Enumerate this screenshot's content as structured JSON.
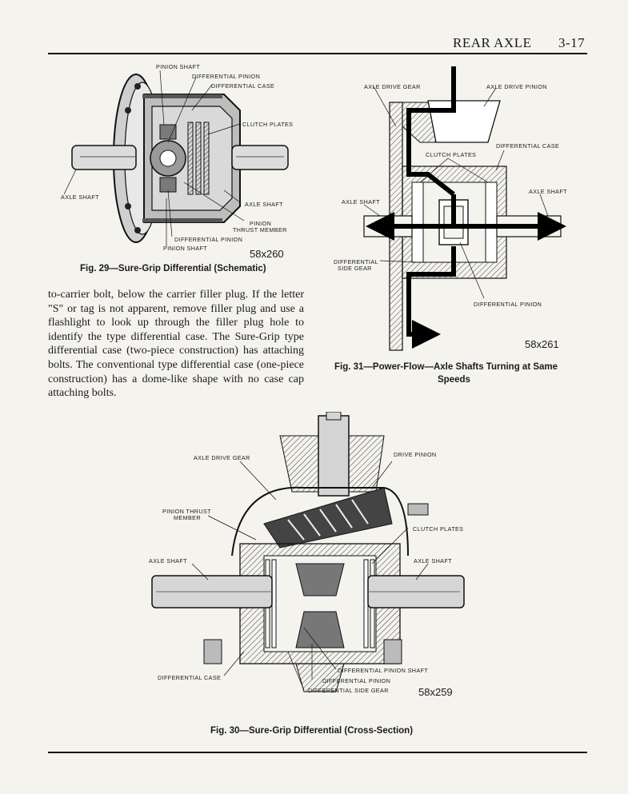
{
  "header": {
    "section": "REAR AXLE",
    "page": "3-17"
  },
  "fig29": {
    "caption": "Fig. 29—Sure-Grip Differential (Schematic)",
    "code": "58x260",
    "labels": {
      "pinion_shaft_top": "PINION SHAFT",
      "differential_pinion_top": "DIFFERENTIAL PINION",
      "differential_case": "DIFFERENTIAL CASE",
      "clutch_plates": "CLUTCH PLATES",
      "axle_shaft_left": "AXLE SHAFT",
      "axle_shaft_right": "AXLE SHAFT",
      "pinion_thrust_1": "PINION",
      "pinion_thrust_2": "THRUST MEMBER",
      "differential_pinion_bottom": "DIFFERENTIAL PINION",
      "pinion_shaft_bottom": "PINION SHAFT"
    }
  },
  "fig31": {
    "caption_line1": "Fig. 31—Power-Flow—Axle Shafts Turning at Same",
    "caption_line2": "Speeds",
    "code": "58x261",
    "labels": {
      "axle_drive_gear": "AXLE DRIVE GEAR",
      "axle_drive_pinion": "AXLE DRIVE PINION",
      "differential_case": "DIFFERENTIAL CASE",
      "clutch_plates": "CLUTCH PLATES",
      "axle_shaft_right": "AXLE SHAFT",
      "axle_shaft_left": "AXLE SHAFT",
      "differential_side_gear_1": "DIFFERENTIAL",
      "differential_side_gear_2": "SIDE GEAR",
      "differential_pinion": "DIFFERENTIAL PINION"
    }
  },
  "body_text": "to-carrier bolt, below the carrier filler plug. If the letter \"S\" or tag is not apparent, remove filler plug and use a flashlight to look up through the filler plug hole to identify the type differential case. The Sure-Grip type differential case (two-piece construction) has attaching bolts. The conventional type differential case (one-piece construction) has a dome-like shape with no case cap attaching bolts.",
  "fig30": {
    "caption": "Fig. 30—Sure-Grip Differential (Cross-Section)",
    "code": "58x259",
    "labels": {
      "axle_drive_gear": "AXLE DRIVE GEAR",
      "drive_pinion": "DRIVE PINION",
      "pinion_thrust_1": "PINION THRUST",
      "pinion_thrust_2": "MEMBER",
      "clutch_plates": "CLUTCH PLATES",
      "axle_shaft_left": "AXLE SHAFT",
      "axle_shaft_right": "AXLE SHAFT",
      "differential_pinion_shaft": "DIFFERENTIAL PINION SHAFT",
      "differential_case": "DIFFERENTIAL CASE",
      "differential_pinion": "DIFFERENTIAL PINION",
      "differential_side_gear": "DIFFERENTIAL SIDE GEAR"
    }
  }
}
